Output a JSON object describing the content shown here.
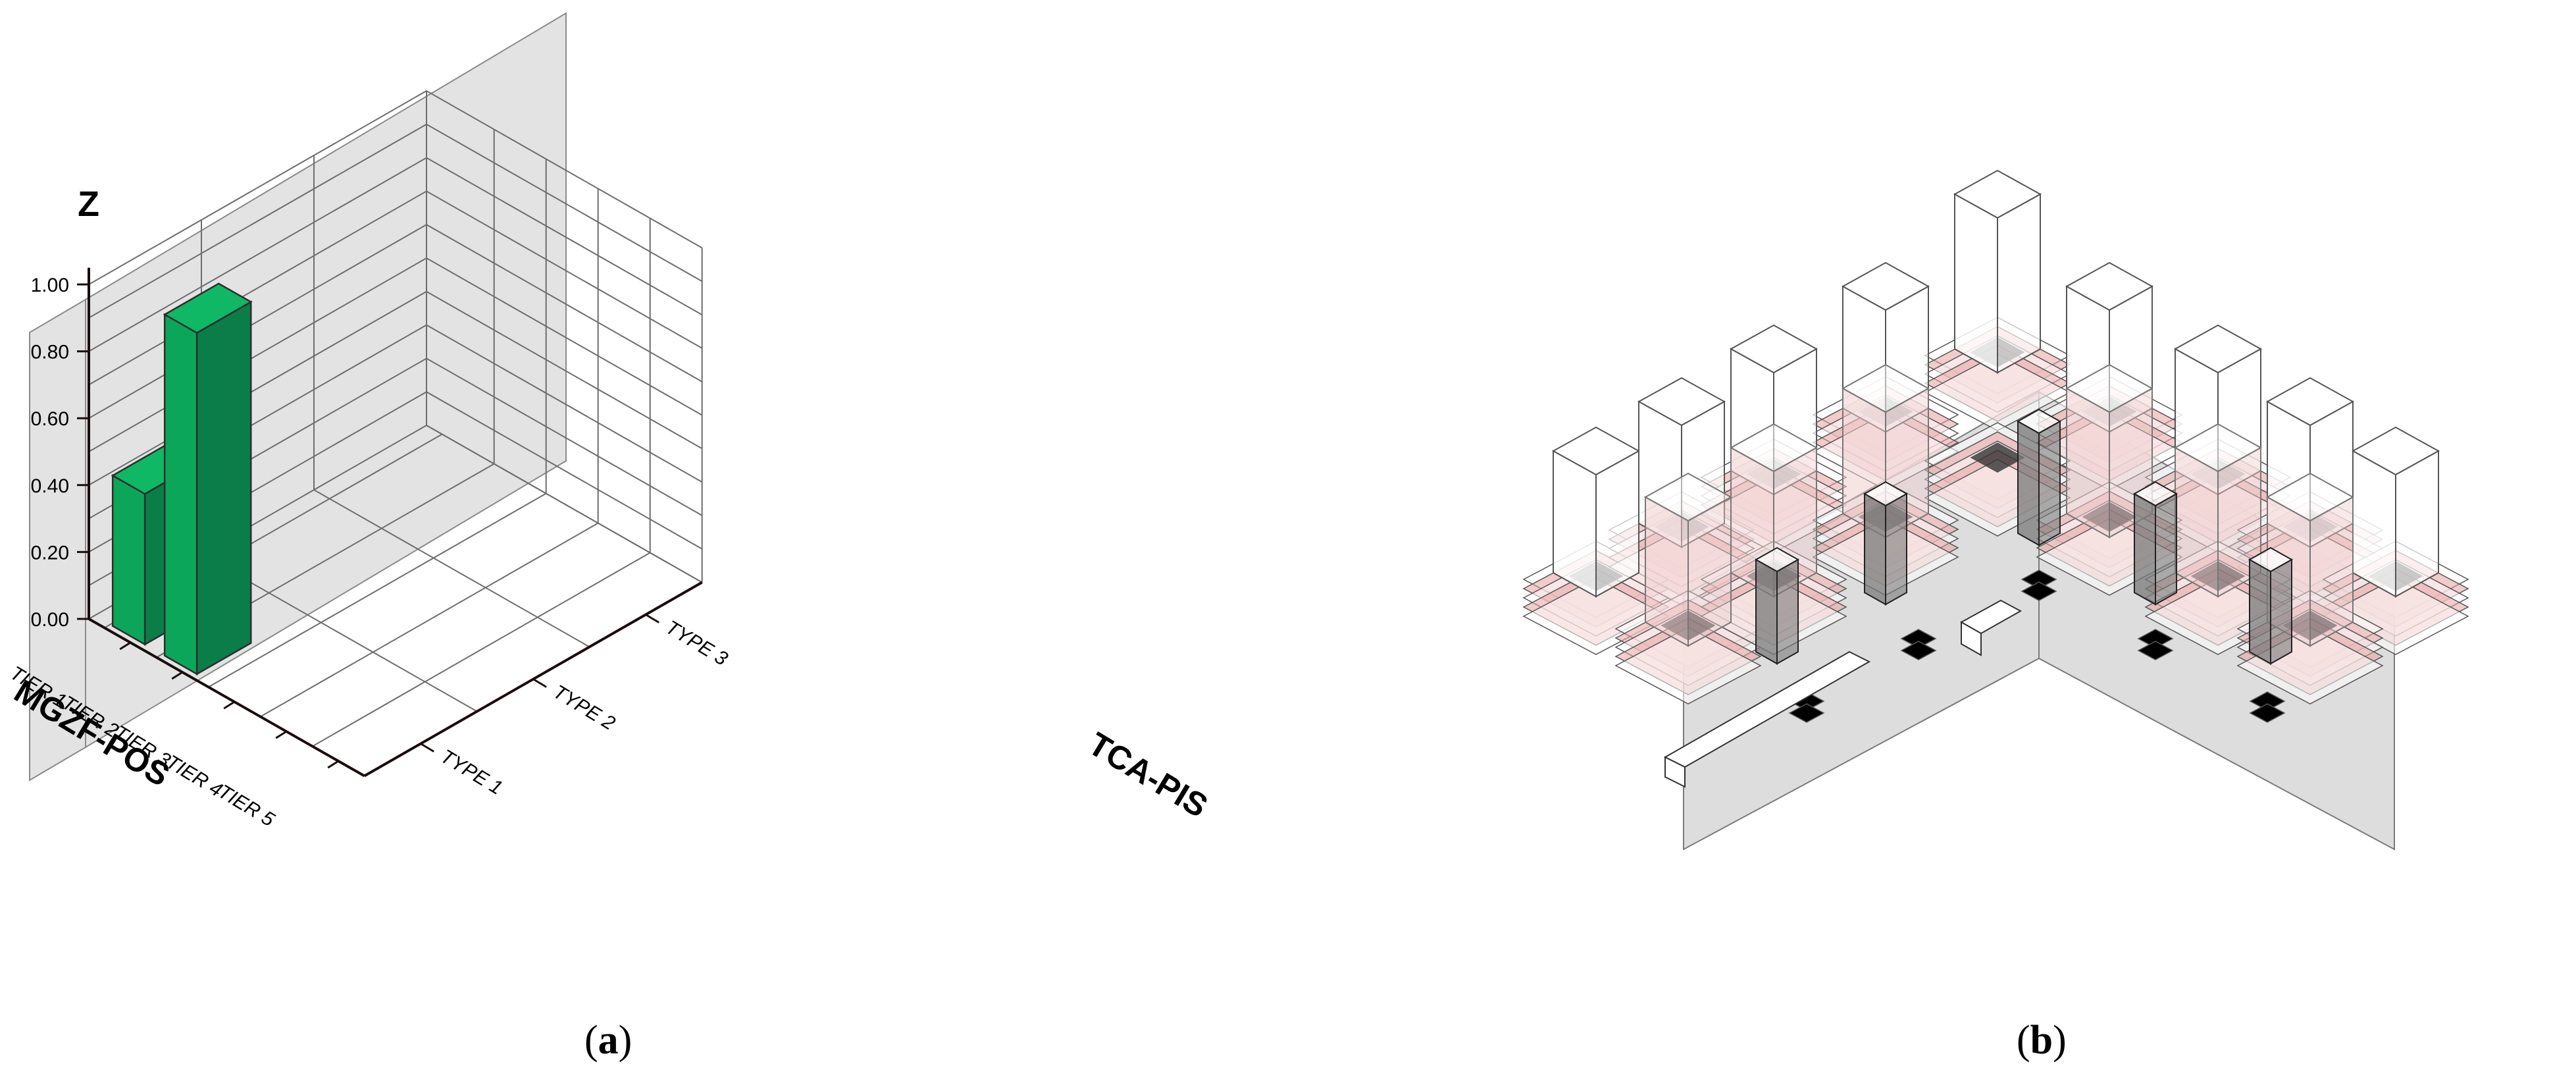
{
  "chart_data": [
    {
      "type": "bar",
      "title": "",
      "z_axis_label": "Z",
      "x_axis_label": "MGZF-POS",
      "y_axis_label": "TCA-PIS",
      "z_ticks": [
        "0.00",
        "0.20",
        "0.40",
        "0.60",
        "0.80",
        "1.00"
      ],
      "zlim": [
        0,
        1
      ],
      "categories": [
        "TIER 1",
        "TIER 2",
        "TIER 3",
        "TIER 4",
        "TIER 5"
      ],
      "depth_categories": [
        "TYPE 1",
        "TYPE 2",
        "TYPE 3"
      ],
      "bars": [
        {
          "x": "TIER 1",
          "y": "TYPE 1",
          "z": 0.45
        },
        {
          "x": "TIER 2",
          "y": "TYPE 1",
          "z": 1.02
        }
      ],
      "grid": true,
      "bar_color": "#0fa85e"
    },
    {
      "type": "diagram",
      "description_label": "isometric tiered building massing"
    }
  ],
  "panels": {
    "a": "a",
    "b": "b"
  },
  "colors": {
    "bar_front": "#0ca65a",
    "bar_side": "#0a7d49",
    "bar_top": "#0fb864",
    "grid": "#6d6d6d",
    "wall": "#d9d9d9",
    "axis": "#1a0d0d",
    "iso_red": "#e8a0a0",
    "iso_gray": "#bdbdbd"
  }
}
